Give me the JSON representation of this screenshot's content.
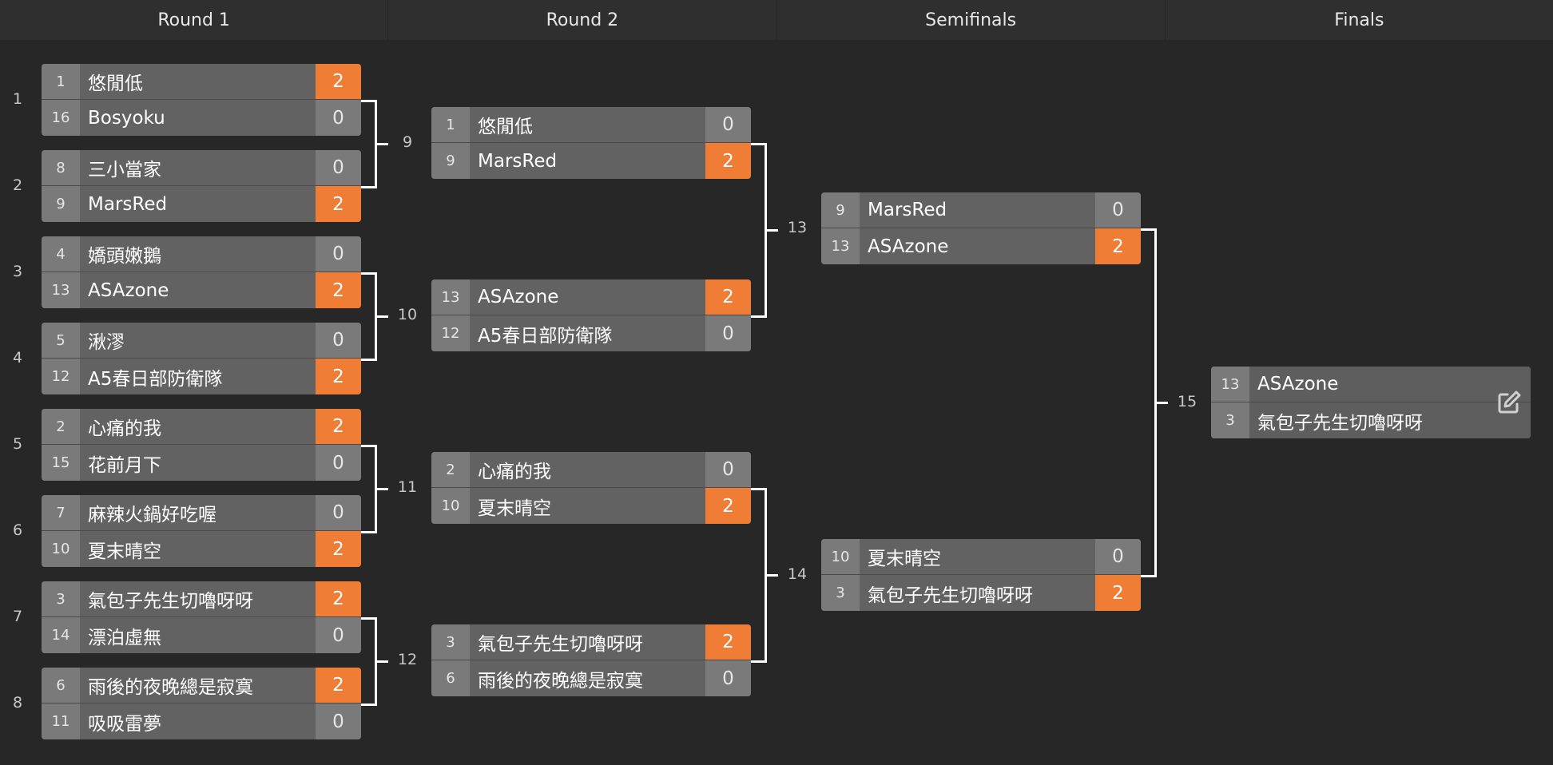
{
  "header": {
    "rounds": [
      "Round 1",
      "Round 2",
      "Semifinals",
      "Finals"
    ]
  },
  "round1": {
    "match_numbers": [
      "1",
      "2",
      "3",
      "4",
      "5",
      "6",
      "7",
      "8"
    ],
    "matches": [
      {
        "top": {
          "seed": "1",
          "name": "悠閒低",
          "score": "2",
          "win": true
        },
        "bottom": {
          "seed": "16",
          "name": "Bosyoku",
          "score": "0",
          "win": false
        }
      },
      {
        "top": {
          "seed": "8",
          "name": "三小當家",
          "score": "0",
          "win": false
        },
        "bottom": {
          "seed": "9",
          "name": "MarsRed",
          "score": "2",
          "win": true
        }
      },
      {
        "top": {
          "seed": "4",
          "name": "嬌頭嫩鵝",
          "score": "0",
          "win": false
        },
        "bottom": {
          "seed": "13",
          "name": "ASAzone",
          "score": "2",
          "win": true
        }
      },
      {
        "top": {
          "seed": "5",
          "name": "湫漻",
          "score": "0",
          "win": false
        },
        "bottom": {
          "seed": "12",
          "name": "A5春日部防衛隊",
          "score": "2",
          "win": true
        }
      },
      {
        "top": {
          "seed": "2",
          "name": "心痛的我",
          "score": "2",
          "win": true
        },
        "bottom": {
          "seed": "15",
          "name": "花前月下",
          "score": "0",
          "win": false
        }
      },
      {
        "top": {
          "seed": "7",
          "name": "麻辣火鍋好吃喔",
          "score": "0",
          "win": false
        },
        "bottom": {
          "seed": "10",
          "name": "夏末晴空",
          "score": "2",
          "win": true
        }
      },
      {
        "top": {
          "seed": "3",
          "name": "氣包子先生切嚕呀呀",
          "score": "2",
          "win": true
        },
        "bottom": {
          "seed": "14",
          "name": "漂泊虛無",
          "score": "0",
          "win": false
        }
      },
      {
        "top": {
          "seed": "6",
          "name": "雨後的夜晚總是寂寞",
          "score": "2",
          "win": true
        },
        "bottom": {
          "seed": "11",
          "name": "吸吸雷夢",
          "score": "0",
          "win": false
        }
      }
    ]
  },
  "round2": {
    "match_numbers": [
      "9",
      "10",
      "11",
      "12"
    ],
    "matches": [
      {
        "top": {
          "seed": "1",
          "name": "悠閒低",
          "score": "0",
          "win": false
        },
        "bottom": {
          "seed": "9",
          "name": "MarsRed",
          "score": "2",
          "win": true
        }
      },
      {
        "top": {
          "seed": "13",
          "name": "ASAzone",
          "score": "2",
          "win": true
        },
        "bottom": {
          "seed": "12",
          "name": "A5春日部防衛隊",
          "score": "0",
          "win": false
        }
      },
      {
        "top": {
          "seed": "2",
          "name": "心痛的我",
          "score": "0",
          "win": false
        },
        "bottom": {
          "seed": "10",
          "name": "夏末晴空",
          "score": "2",
          "win": true
        }
      },
      {
        "top": {
          "seed": "3",
          "name": "氣包子先生切嚕呀呀",
          "score": "2",
          "win": true
        },
        "bottom": {
          "seed": "6",
          "name": "雨後的夜晚總是寂寞",
          "score": "0",
          "win": false
        }
      }
    ]
  },
  "semifinals": {
    "match_numbers": [
      "13",
      "14"
    ],
    "matches": [
      {
        "top": {
          "seed": "9",
          "name": "MarsRed",
          "score": "0",
          "win": false
        },
        "bottom": {
          "seed": "13",
          "name": "ASAzone",
          "score": "2",
          "win": true
        }
      },
      {
        "top": {
          "seed": "10",
          "name": "夏末晴空",
          "score": "0",
          "win": false
        },
        "bottom": {
          "seed": "3",
          "name": "氣包子先生切嚕呀呀",
          "score": "2",
          "win": true
        }
      }
    ]
  },
  "finals": {
    "match_number": "15",
    "top": {
      "seed": "13",
      "name": "ASAzone"
    },
    "bottom": {
      "seed": "3",
      "name": "氣包子先生切嚕呀呀"
    },
    "edit_icon": "edit-icon"
  },
  "colors": {
    "background": "#272727",
    "header": "#2f2f2f",
    "winner_score": "#f07d36",
    "connector": "#ffffff"
  }
}
